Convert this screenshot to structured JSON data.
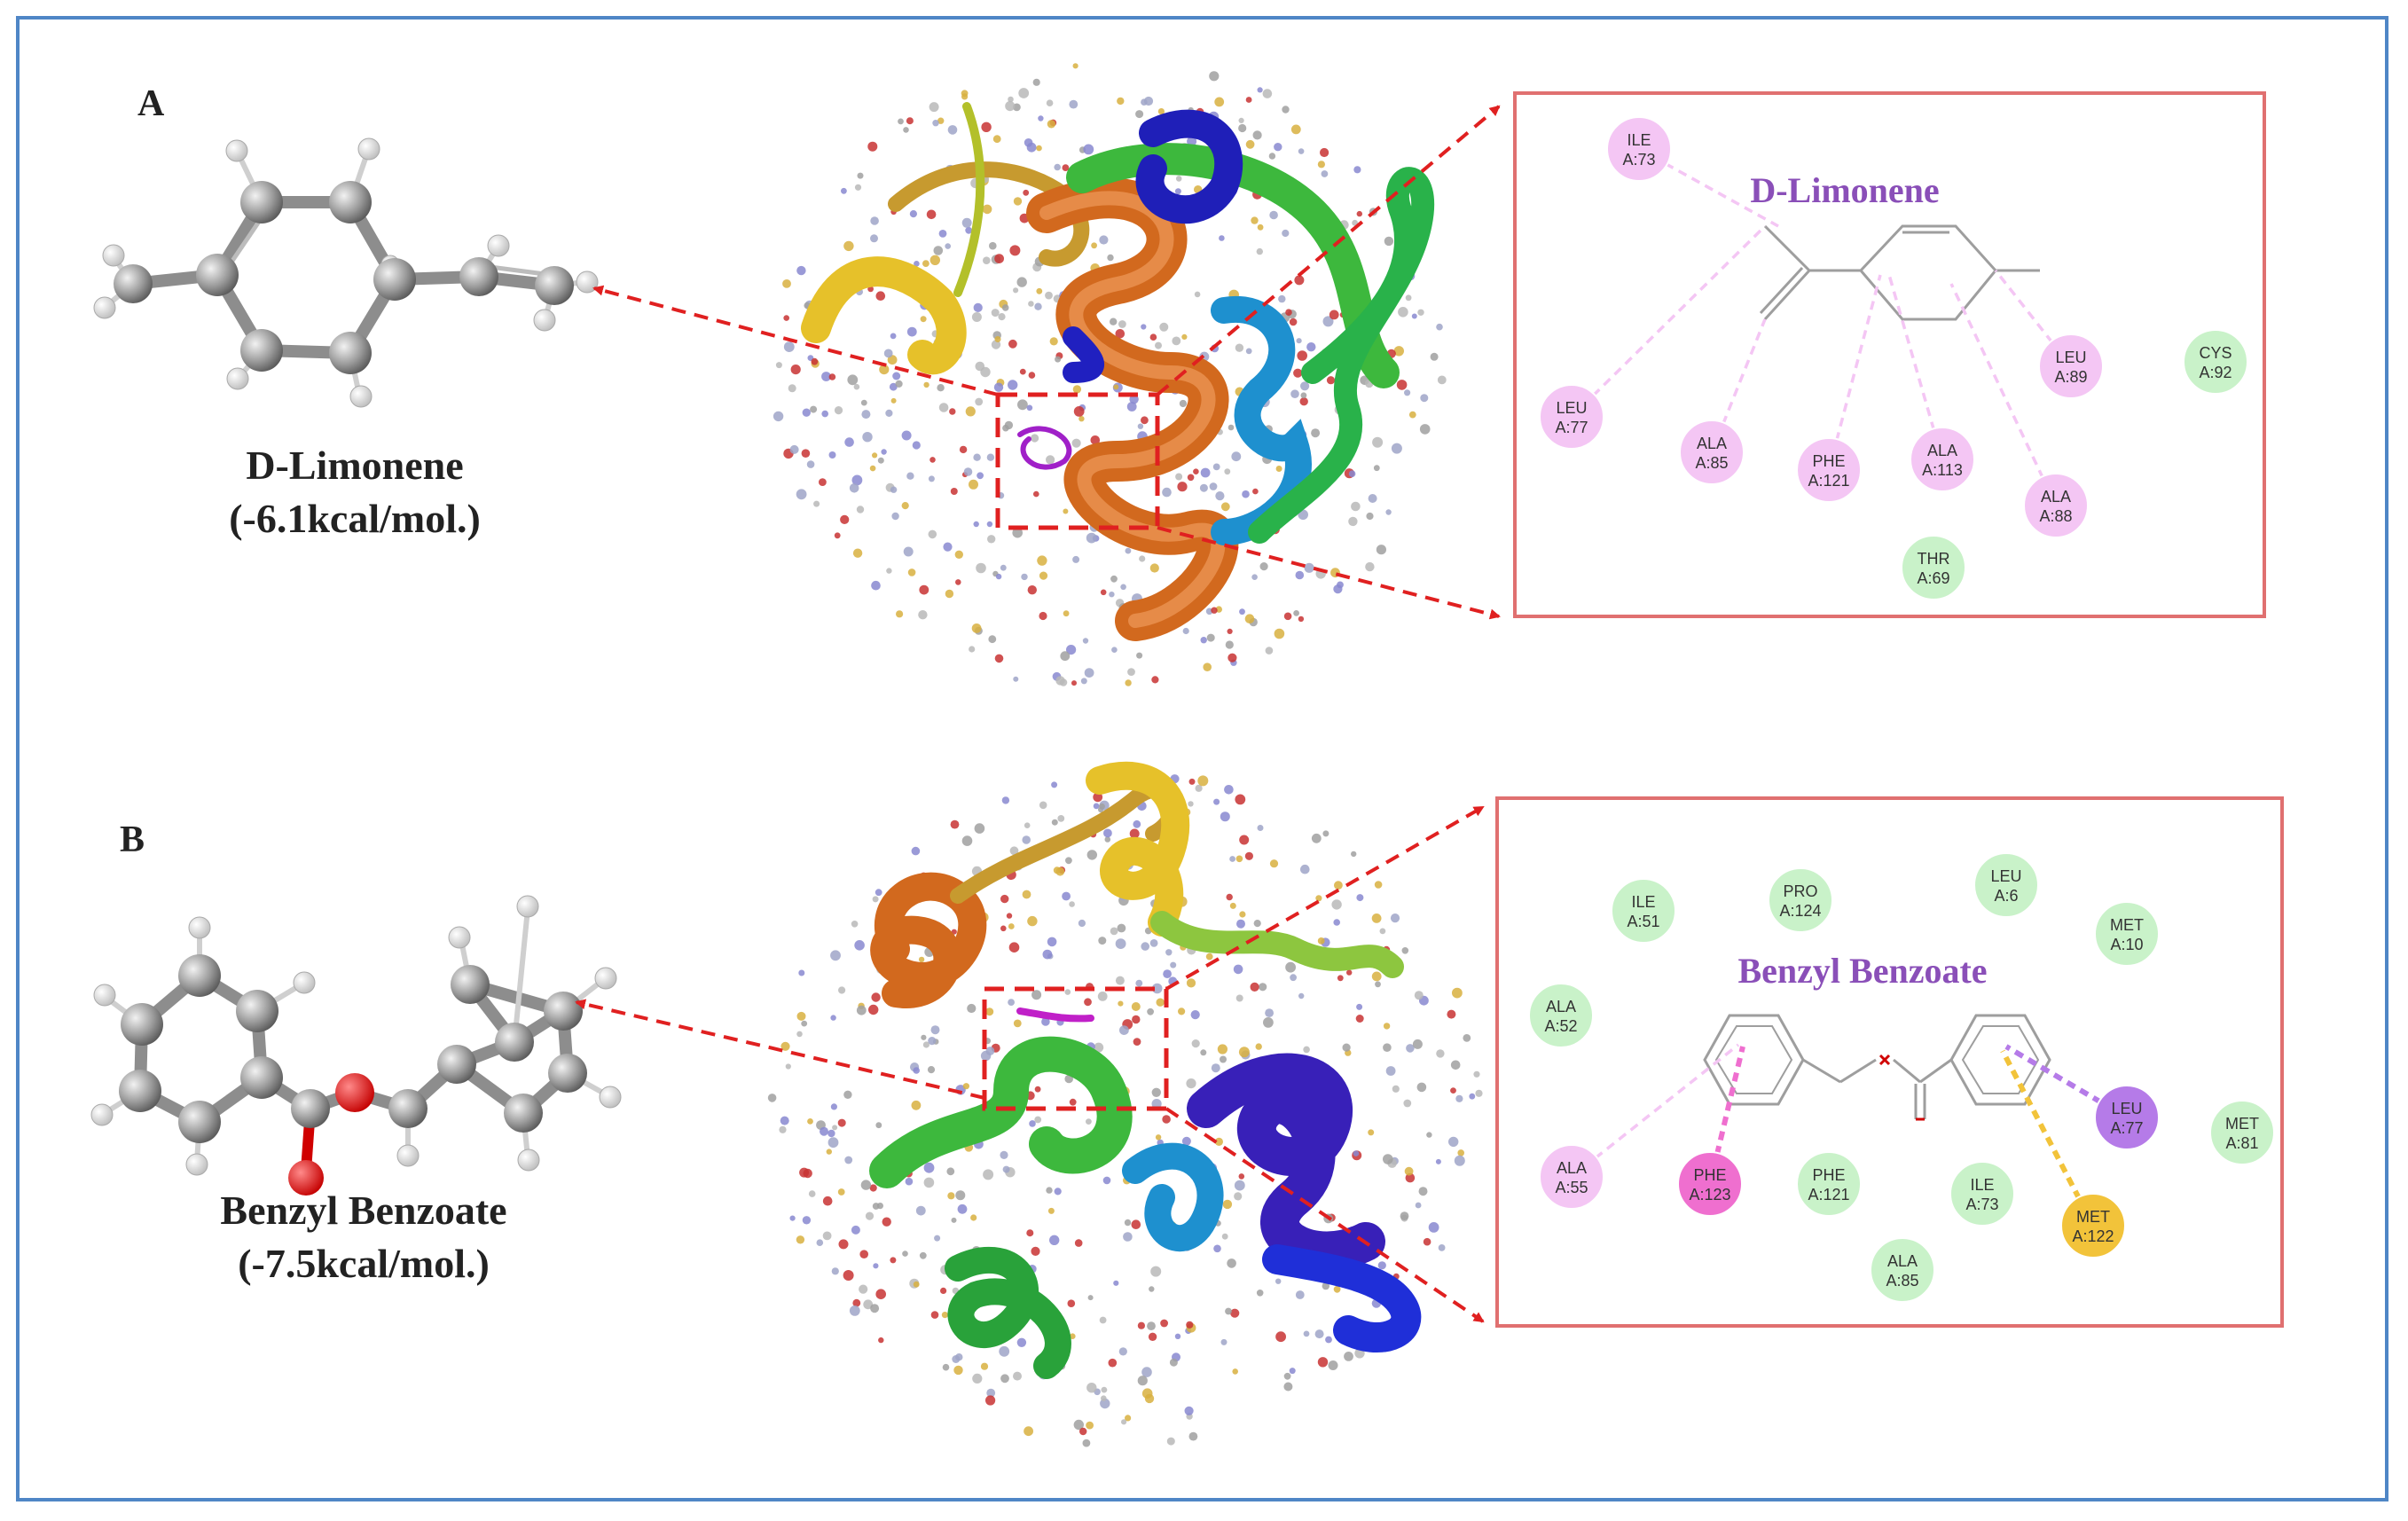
{
  "panels": [
    {
      "letter": "A",
      "ligand_name": "D-Limonene",
      "energy": "(-6.1kcal/mol.)",
      "interaction_title": "D-Limonene",
      "residues": [
        {
          "res": "ILE",
          "pos": "A:73",
          "type": "alkyl"
        },
        {
          "res": "LEU",
          "pos": "A:77",
          "type": "alkyl"
        },
        {
          "res": "ALA",
          "pos": "A:85",
          "type": "alkyl"
        },
        {
          "res": "PHE",
          "pos": "A:121",
          "type": "alkyl"
        },
        {
          "res": "ALA",
          "pos": "A:113",
          "type": "alkyl"
        },
        {
          "res": "ALA",
          "pos": "A:88",
          "type": "alkyl"
        },
        {
          "res": "LEU",
          "pos": "A:89",
          "type": "alkyl"
        },
        {
          "res": "CYS",
          "pos": "A:92",
          "type": "vdw"
        },
        {
          "res": "THR",
          "pos": "A:69",
          "type": "vdw"
        }
      ]
    },
    {
      "letter": "B",
      "ligand_name": "Benzyl Benzoate",
      "energy": "(-7.5kcal/mol.)",
      "interaction_title": "Benzyl Benzoate",
      "residues": [
        {
          "res": "ILE",
          "pos": "A:51",
          "type": "vdw"
        },
        {
          "res": "PRO",
          "pos": "A:124",
          "type": "vdw"
        },
        {
          "res": "LEU",
          "pos": "A:6",
          "type": "vdw"
        },
        {
          "res": "MET",
          "pos": "A:10",
          "type": "vdw"
        },
        {
          "res": "ALA",
          "pos": "A:52",
          "type": "vdw"
        },
        {
          "res": "ALA",
          "pos": "A:55",
          "type": "alkyl"
        },
        {
          "res": "PHE",
          "pos": "A:123",
          "type": "pi-stack"
        },
        {
          "res": "PHE",
          "pos": "A:121",
          "type": "vdw"
        },
        {
          "res": "ILE",
          "pos": "A:73",
          "type": "vdw"
        },
        {
          "res": "LEU",
          "pos": "A:77",
          "type": "pi-sigma"
        },
        {
          "res": "MET",
          "pos": "A:81",
          "type": "vdw"
        },
        {
          "res": "MET",
          "pos": "A:122",
          "type": "pi-sulfur"
        },
        {
          "res": "ALA",
          "pos": "A:85",
          "type": "vdw"
        }
      ]
    }
  ],
  "colors": {
    "frame": "#4f86c6",
    "arrow": "#e02020",
    "box_border": "#e07070",
    "alkyl": "#f4c6f4",
    "vdw": "#c9f2c9",
    "pi-stack": "#ef6fcf",
    "pi-sigma": "#b57be8",
    "pi-sulfur": "#f2c33a"
  }
}
